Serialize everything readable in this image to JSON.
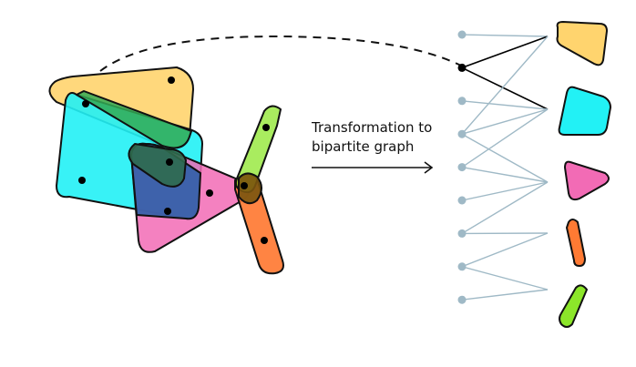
{
  "caption": {
    "line1": "Transformation to",
    "line2": "bipartite graph"
  },
  "colors": {
    "yellow": "#FFD46E",
    "cyan": "#22F1F5",
    "pink": "#F26BB5",
    "orange": "#FF7A33",
    "green": "#8CE62A",
    "edge": "#9FB9C6",
    "highlight_edge": "#000000",
    "node": "#9FB9C6",
    "vertex": "#000000"
  },
  "hyperedges": [
    "yellow",
    "cyan",
    "pink",
    "orange",
    "green"
  ],
  "vertex_count": 9,
  "bipartite_edges": [
    [
      0,
      0
    ],
    [
      1,
      0
    ],
    [
      1,
      1
    ],
    [
      2,
      1
    ],
    [
      3,
      0
    ],
    [
      3,
      1
    ],
    [
      3,
      2
    ],
    [
      4,
      1
    ],
    [
      4,
      2
    ],
    [
      5,
      2
    ],
    [
      6,
      2
    ],
    [
      6,
      3
    ],
    [
      7,
      3
    ],
    [
      7,
      4
    ],
    [
      8,
      4
    ]
  ],
  "highlighted_vertex": 1
}
